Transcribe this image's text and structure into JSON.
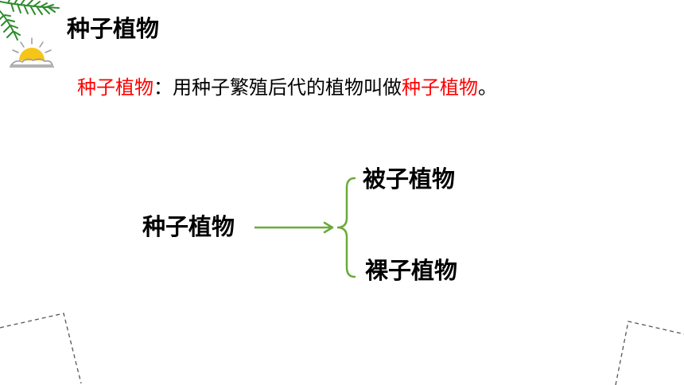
{
  "title": "种子植物",
  "definition": {
    "term_start": "种子植物",
    "colon": "：",
    "body": "用种子繁殖后代的植物叫做",
    "term_end": "种子植物",
    "period": "。"
  },
  "diagram": {
    "root": "种子植物",
    "branches": [
      "被子植物",
      "裸子植物"
    ]
  },
  "colors": {
    "highlight": "#ff0000",
    "connector": "#6aaa3a",
    "leaf": "#2e8b2e",
    "sun": "#f5c518"
  },
  "icons": [
    "palm-leaf-icon",
    "sun-icon",
    "arrow-icon",
    "brace-icon"
  ]
}
